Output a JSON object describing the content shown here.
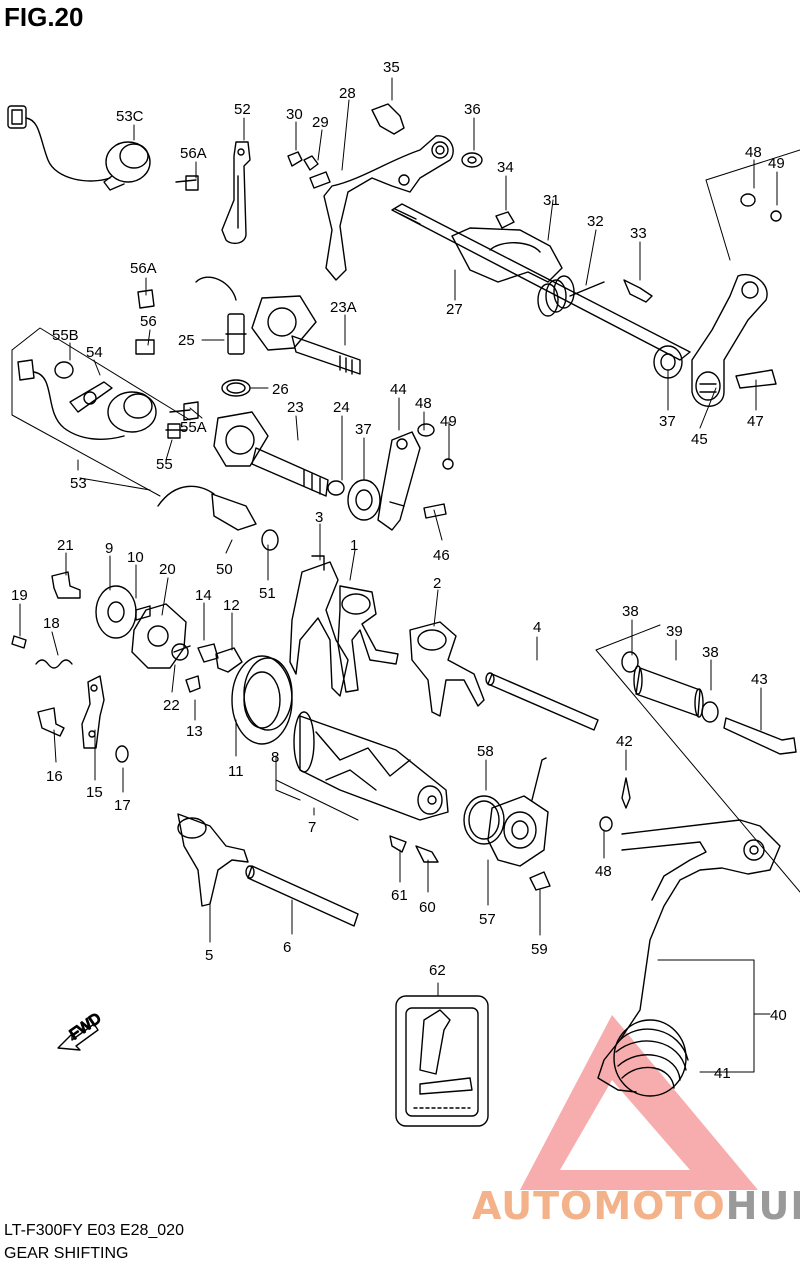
{
  "figure": {
    "title": "FIG.20",
    "code": "LT-F300FY E03 E28_020",
    "caption": "GEAR SHIFTING"
  },
  "watermark": {
    "text_part1": "AUTOMOTO",
    "text_part2": "HUB",
    "color_primary": "#f4b28a",
    "color_secondary": "#9a9a9a",
    "triangle_color": "#f06a6a"
  },
  "direction_arrow": "FWD",
  "part_labels": [
    {
      "id": "p35",
      "text": "35"
    },
    {
      "id": "p28",
      "text": "28"
    },
    {
      "id": "p36",
      "text": "36"
    },
    {
      "id": "p52",
      "text": "52"
    },
    {
      "id": "p30",
      "text": "30"
    },
    {
      "id": "p29",
      "text": "29"
    },
    {
      "id": "p53C",
      "text": "53C"
    },
    {
      "id": "p56A_top",
      "text": "56A"
    },
    {
      "id": "p34",
      "text": "34"
    },
    {
      "id": "p31",
      "text": "31"
    },
    {
      "id": "p32",
      "text": "32"
    },
    {
      "id": "p33",
      "text": "33"
    },
    {
      "id": "p48_top",
      "text": "48"
    },
    {
      "id": "p49_top",
      "text": "49"
    },
    {
      "id": "p56A_mid",
      "text": "56A"
    },
    {
      "id": "p56",
      "text": "56"
    },
    {
      "id": "p25",
      "text": "25"
    },
    {
      "id": "p23A",
      "text": "23A"
    },
    {
      "id": "p27",
      "text": "27"
    },
    {
      "id": "p55B",
      "text": "55B"
    },
    {
      "id": "p54",
      "text": "54"
    },
    {
      "id": "p26",
      "text": "26"
    },
    {
      "id": "p37_right",
      "text": "37"
    },
    {
      "id": "p45",
      "text": "45"
    },
    {
      "id": "p47",
      "text": "47"
    },
    {
      "id": "p44",
      "text": "44"
    },
    {
      "id": "p23",
      "text": "23"
    },
    {
      "id": "p24",
      "text": "24"
    },
    {
      "id": "p37_mid",
      "text": "37"
    },
    {
      "id": "p48_mid",
      "text": "48"
    },
    {
      "id": "p49_mid",
      "text": "49"
    },
    {
      "id": "p55",
      "text": "55"
    },
    {
      "id": "p55A",
      "text": "55A"
    },
    {
      "id": "p53",
      "text": "53"
    },
    {
      "id": "p46",
      "text": "46"
    },
    {
      "id": "p3",
      "text": "3"
    },
    {
      "id": "p1",
      "text": "1"
    },
    {
      "id": "p21",
      "text": "21"
    },
    {
      "id": "p9",
      "text": "9"
    },
    {
      "id": "p10",
      "text": "10"
    },
    {
      "id": "p20",
      "text": "20"
    },
    {
      "id": "p50",
      "text": "50"
    },
    {
      "id": "p51",
      "text": "51"
    },
    {
      "id": "p2",
      "text": "2"
    },
    {
      "id": "p19",
      "text": "19"
    },
    {
      "id": "p14",
      "text": "14"
    },
    {
      "id": "p12",
      "text": "12"
    },
    {
      "id": "p18",
      "text": "18"
    },
    {
      "id": "p4",
      "text": "4"
    },
    {
      "id": "p38_a",
      "text": "38"
    },
    {
      "id": "p39",
      "text": "39"
    },
    {
      "id": "p38_b",
      "text": "38"
    },
    {
      "id": "p43",
      "text": "43"
    },
    {
      "id": "p22",
      "text": "22"
    },
    {
      "id": "p13",
      "text": "13"
    },
    {
      "id": "p16",
      "text": "16"
    },
    {
      "id": "p11",
      "text": "11"
    },
    {
      "id": "p8",
      "text": "8"
    },
    {
      "id": "p42",
      "text": "42"
    },
    {
      "id": "p58",
      "text": "58"
    },
    {
      "id": "p15",
      "text": "15"
    },
    {
      "id": "p17",
      "text": "17"
    },
    {
      "id": "p7",
      "text": "7"
    },
    {
      "id": "p48_low",
      "text": "48"
    },
    {
      "id": "p61",
      "text": "61"
    },
    {
      "id": "p60",
      "text": "60"
    },
    {
      "id": "p57",
      "text": "57"
    },
    {
      "id": "p59",
      "text": "59"
    },
    {
      "id": "p5",
      "text": "5"
    },
    {
      "id": "p6",
      "text": "6"
    },
    {
      "id": "p62",
      "text": "62"
    },
    {
      "id": "p40",
      "text": "40"
    },
    {
      "id": "p41",
      "text": "41"
    }
  ]
}
